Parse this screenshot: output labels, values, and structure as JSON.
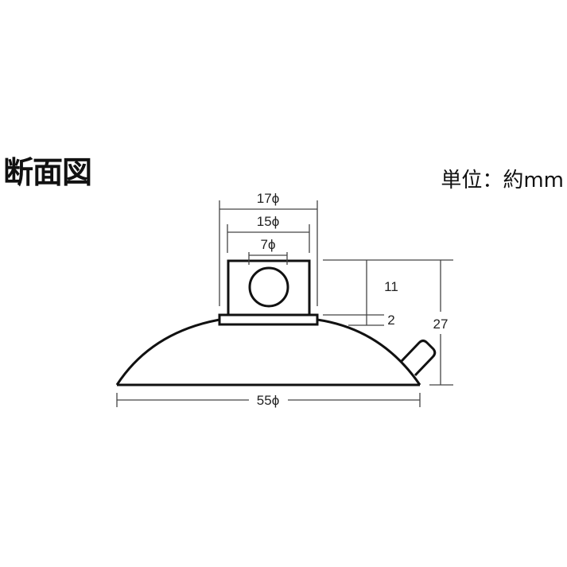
{
  "header": {
    "title": "断面図",
    "unit_label": "単位：約mm"
  },
  "dimensions": {
    "outer_top_diameter": "17ϕ",
    "inner_top_diameter": "15ϕ",
    "hole_diameter": "7ϕ",
    "head_height": "11",
    "collar_height": "2",
    "total_height": "27",
    "base_diameter": "55ϕ"
  },
  "colors": {
    "line": "#111111",
    "dimension_line": "#444444",
    "background": "#ffffff"
  }
}
